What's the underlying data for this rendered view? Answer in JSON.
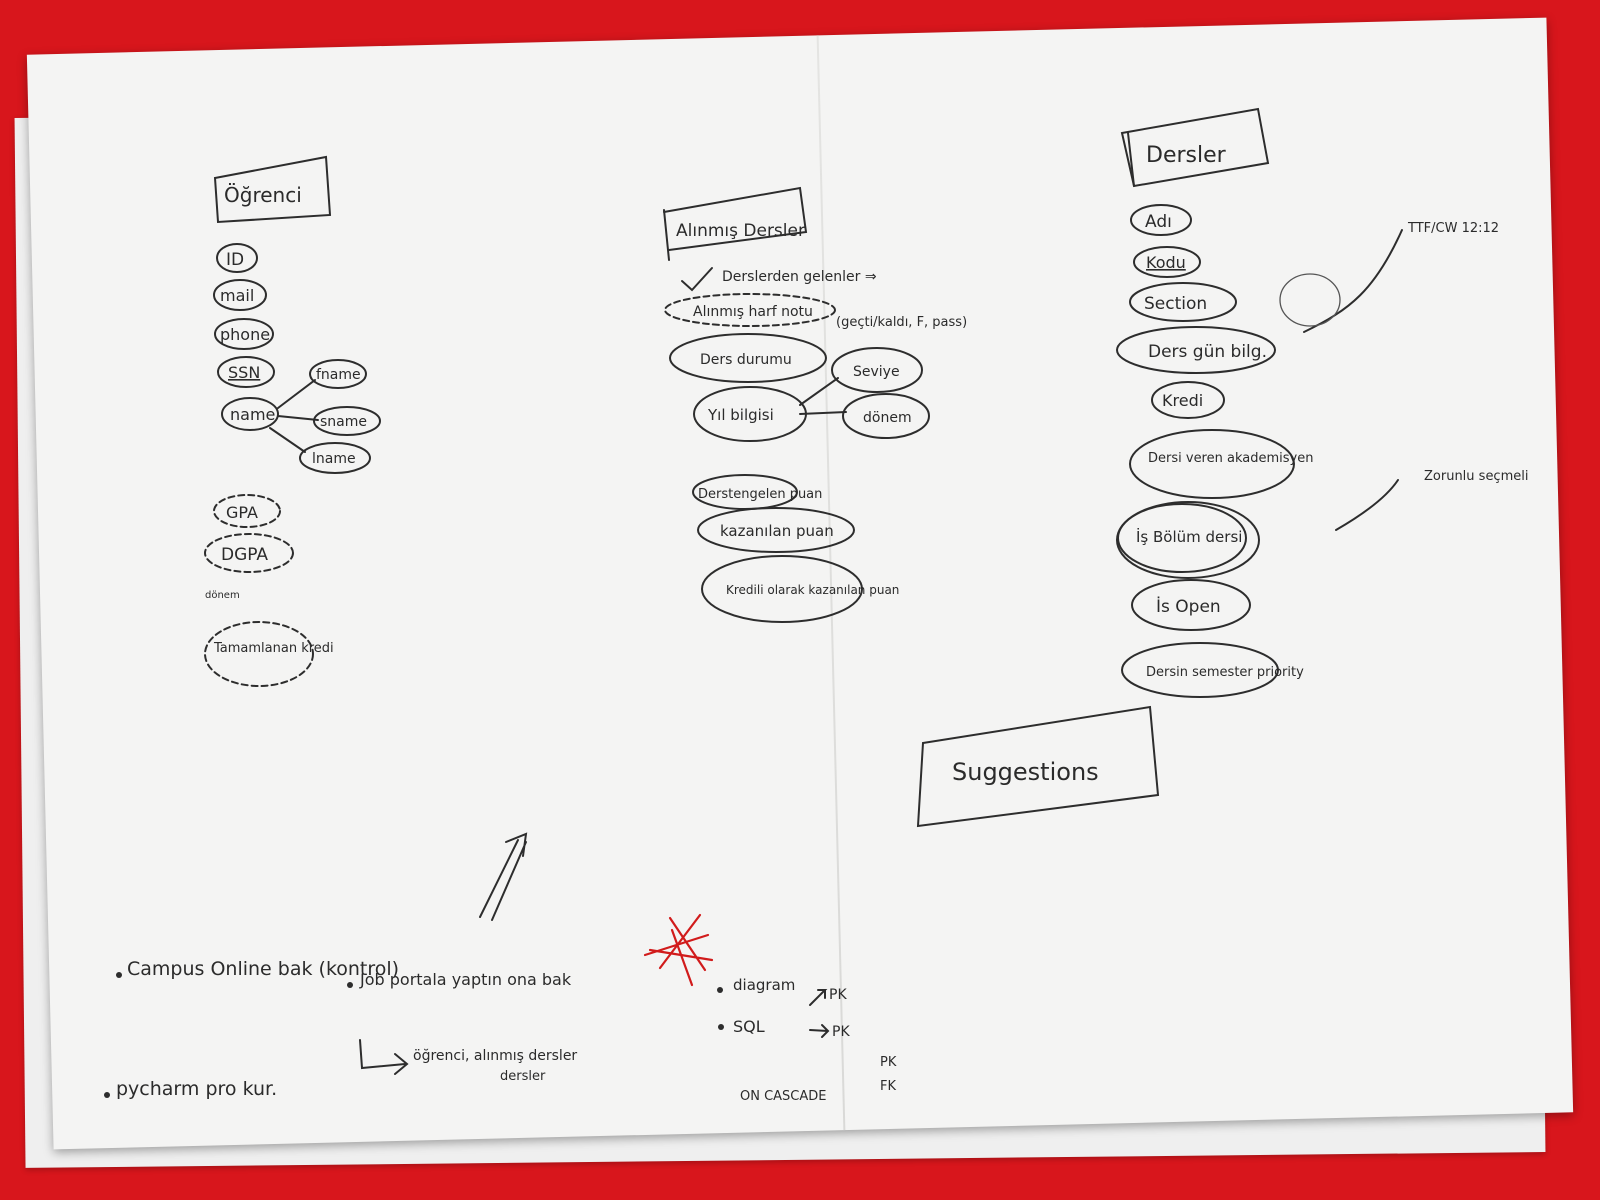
{
  "entities": {
    "ogrenci": {
      "title": "Öğrenci",
      "attributes": [
        "ID",
        "mail",
        "phone",
        "SSN",
        "name",
        "GPA",
        "DGPA",
        "Tamamlanan kredi"
      ],
      "name_parts": [
        "fname",
        "sname",
        "lname"
      ],
      "note_small": "dönem"
    },
    "alinmis_dersler": {
      "title": "Alınmış Dersler",
      "check_line": "Derslerden gelenler ⇒",
      "attributes": [
        "Alınmış harf notu",
        "Ders durumu",
        "Yıl bilgisi",
        "Derstengelen puan",
        "kazanılan puan",
        "Kredili olarak kazanılan puan"
      ],
      "ders_durumu_note": "(geçti/kaldı, F, pass)",
      "yil_parts": [
        "Seviye",
        "dönem"
      ]
    },
    "dersler": {
      "title": "Dersler",
      "attributes": [
        "Adı",
        "Kodu",
        "Section",
        "Ders gün bilg.",
        "Kredi",
        "Dersi veren akademisyen",
        "İş Bölüm dersi",
        "İs Open",
        "Dersin semester priority"
      ],
      "side_note_1": "TTF/CW 12:12",
      "side_note_2": "Zorunlu seçmeli"
    },
    "suggestions": {
      "title": "Suggestions"
    }
  },
  "notes": {
    "left": [
      "Campus Online bak (kontrol)",
      "pycharm pro kur."
    ],
    "middle": [
      "Job portala yaptın ona bak",
      "öğrenci, alınmış dersler",
      "dersler"
    ],
    "right": [
      "diagram",
      "SQL",
      "PK",
      "PK",
      "ON CASCADE",
      "PK",
      "FK"
    ]
  },
  "colors": {
    "background": "#d8161c",
    "paper": "#f4f4f3",
    "ink": "#2d2d2d",
    "red_mark": "#d11b1b"
  }
}
